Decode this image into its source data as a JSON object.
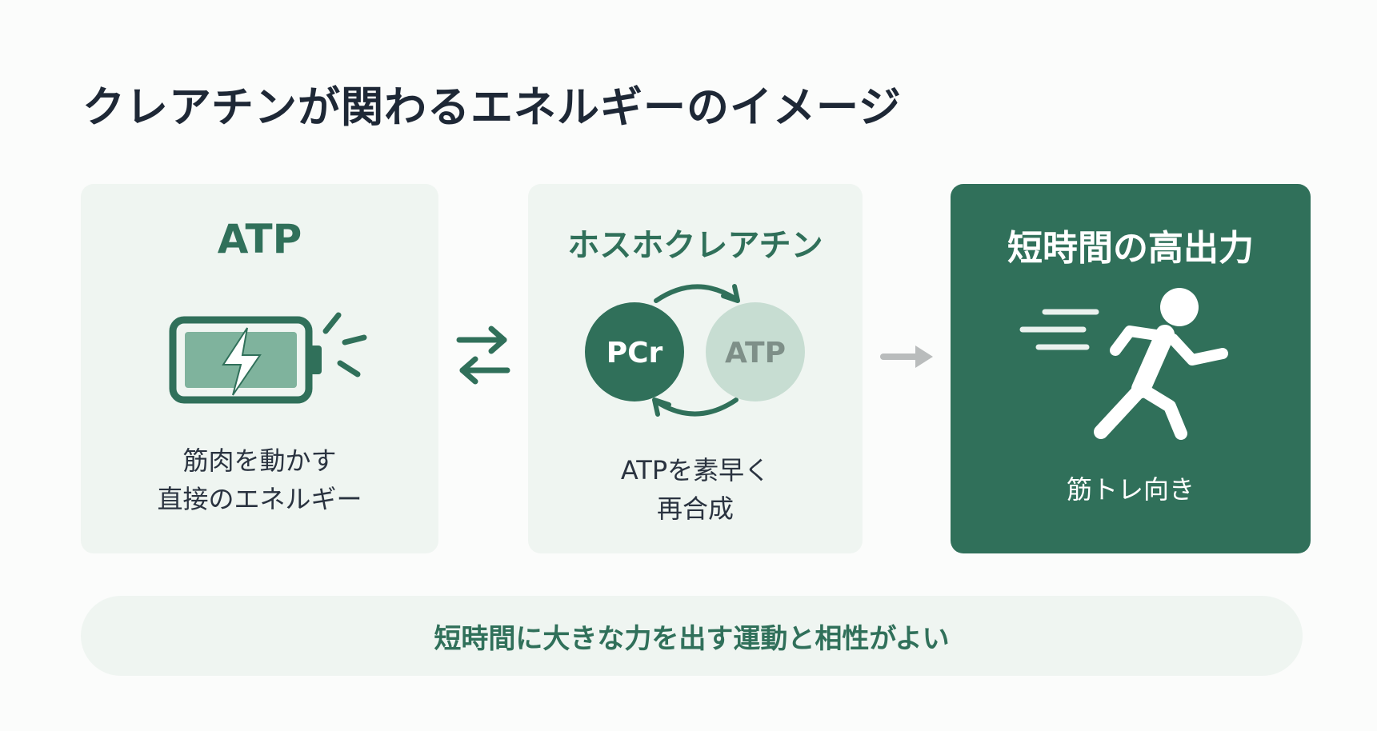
{
  "title": "クレアチンが関わるエネルギーのイメージ",
  "cards": {
    "atp": {
      "title": "ATP",
      "lines": [
        "筋肉を動かす",
        "直接のエネルギー"
      ],
      "icon": "battery-bolt-icon"
    },
    "pcr": {
      "title": "ホスホクレアチン",
      "circle_left": "PCr",
      "circle_right": "ATP",
      "lines": [
        "ATPを素早く",
        "再合成"
      ],
      "icon": "cycle-arrows-icon"
    },
    "output": {
      "title": "短時間の高出力",
      "lines": [
        "筋トレ向き"
      ],
      "icon": "running-person-icon"
    }
  },
  "connectors": {
    "between_atp_pcr": "exchange-arrows-icon",
    "between_pcr_output": "right-arrow-icon"
  },
  "banner": "短時間に大きな力を出す運動と相性がよい",
  "colors": {
    "primary_green": "#30705a",
    "light_green": "#eff5f1",
    "muted_green": "#c7ddd2",
    "title_dark": "#1e2836",
    "arrow_gray": "#b9bcbc"
  }
}
